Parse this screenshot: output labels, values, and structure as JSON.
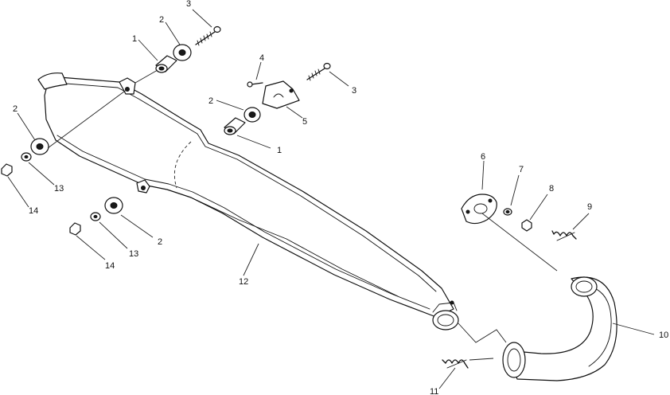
{
  "diagram": {
    "callouts": [
      {
        "id": "c1a",
        "label": "1"
      },
      {
        "id": "c1b",
        "label": "1"
      },
      {
        "id": "c2a",
        "label": "2"
      },
      {
        "id": "c2b",
        "label": "2"
      },
      {
        "id": "c2c",
        "label": "2"
      },
      {
        "id": "c2d",
        "label": "2"
      },
      {
        "id": "c3a",
        "label": "3"
      },
      {
        "id": "c3b",
        "label": "3"
      },
      {
        "id": "c4",
        "label": "4"
      },
      {
        "id": "c5",
        "label": "5"
      },
      {
        "id": "c6",
        "label": "6"
      },
      {
        "id": "c7",
        "label": "7"
      },
      {
        "id": "c8",
        "label": "8"
      },
      {
        "id": "c9",
        "label": "9"
      },
      {
        "id": "c10",
        "label": "10"
      },
      {
        "id": "c11",
        "label": "11"
      },
      {
        "id": "c12",
        "label": "12"
      },
      {
        "id": "c13a",
        "label": "13"
      },
      {
        "id": "c13b",
        "label": "13"
      },
      {
        "id": "c14a",
        "label": "14"
      },
      {
        "id": "c14b",
        "label": "14"
      }
    ]
  }
}
